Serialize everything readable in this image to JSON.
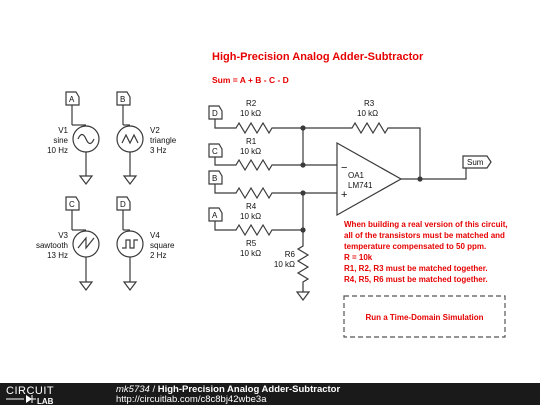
{
  "diagram": {
    "title": "High-Precision Analog Adder-Subtractor",
    "equation": "Sum = A + B - C - D",
    "sources": [
      {
        "node": "A",
        "name": "V1",
        "waveform": "sine",
        "freq": "10 Hz"
      },
      {
        "node": "B",
        "name": "V2",
        "waveform": "triangle",
        "freq": "3 Hz"
      },
      {
        "node": "C",
        "name": "V3",
        "waveform": "sawtooth",
        "freq": "13 Hz"
      },
      {
        "node": "D",
        "name": "V4",
        "waveform": "square",
        "freq": "2 Hz"
      }
    ],
    "inputs": [
      "D",
      "C",
      "B",
      "A"
    ],
    "resistors": [
      {
        "name": "R2",
        "value": "10 kΩ"
      },
      {
        "name": "R1",
        "value": "10 kΩ"
      },
      {
        "name": "R3",
        "value": "10 kΩ"
      },
      {
        "name": "R4",
        "value": "10 kΩ"
      },
      {
        "name": "R5",
        "value": "10 kΩ"
      },
      {
        "name": "R6",
        "value": "10 kΩ"
      }
    ],
    "opamp": {
      "name": "OA1",
      "model": "LM741",
      "minus": "−",
      "plus": "+"
    },
    "output": "Sum",
    "notes": [
      "When building a real version of this circuit,",
      "all of the transistors must be matched and",
      "temperature compensated to 50 ppm.",
      "R = 10k",
      "R1, R2, R3 must be matched together.",
      "R4, R5, R6 must be matched together."
    ],
    "sim_button": "Run a Time-Domain Simulation"
  },
  "footer": {
    "logo_top": "CIRCUIT",
    "logo_bottom": "LAB",
    "user": "mk5734",
    "separator": " / ",
    "title": "High-Precision Analog Adder-Subtractor",
    "url": "http://circuitlab.com/c8c8bj42wbe3a"
  },
  "colors": {
    "title": "#e60000",
    "wire": "#3a3a3a",
    "dashed": "#555555",
    "footer_bg": "#1a1a1a"
  }
}
